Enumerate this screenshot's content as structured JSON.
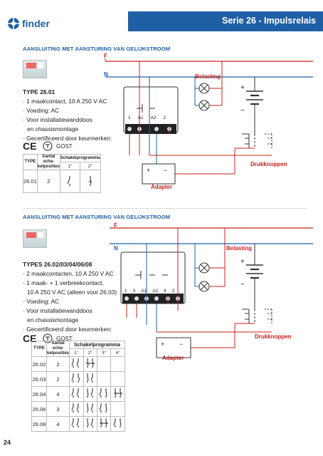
{
  "header": {
    "brand": "finder",
    "series": "Serie 26 - Impulsrelais"
  },
  "section1": {
    "title": "AANSLUITING MET AANSTURING VAN GELIJKSTROOM",
    "type": "TYPE 26.01",
    "specs": [
      "· 1 maakcontact, 10 A 250 V AC",
      "· Voeding: AC",
      "· Voor installatiewanddoos",
      "  en chassismontage",
      "· Gecertificeerd door keurmerken:"
    ],
    "gost": "GOST",
    "labels": {
      "F": "F",
      "N": "N",
      "load": "Belasting",
      "adapter": "Adapter",
      "buttons": "Drukknoppen"
    },
    "terminals": [
      "1",
      "A1",
      "A2",
      "2"
    ],
    "table": {
      "h1": "TYPE",
      "h2": "Aantal scha-kelposities",
      "h3": "Schakelprogramma",
      "sub": [
        "1°",
        "2°"
      ],
      "rows": [
        {
          "type": "26.01",
          "n": "2"
        }
      ]
    }
  },
  "section2": {
    "title": "AANSLUITING MET AANSTURING VAN GELIJKSTROOM",
    "type": "TYPES 26.02/03/04/06/08",
    "specs": [
      "· 2 maakcontacten, 10 A 250 V AC",
      "· 1 maak- + 1 verbreekcontact,",
      "  10 A 250 V AC (alleen voor 26.03)",
      "· Voeding: AC",
      "· Voor installatiewanddoos",
      "  en chassismontage",
      "· Gecertificeerd door keurmerken:"
    ],
    "gost": "GOST",
    "labels": {
      "F": "F",
      "N": "N",
      "load": "Belasting",
      "adapter": "Adapter",
      "buttons": "Drukknoppen"
    },
    "terminals": [
      "1",
      "3",
      "A1",
      "A2",
      "4",
      "2"
    ],
    "table": {
      "h1": "TYPE",
      "h2": "Aantal scha-kelposities",
      "h3": "Schakelprogramma",
      "sub": [
        "1°",
        "2°",
        "3°",
        "4°"
      ],
      "rows": [
        {
          "type": "26.02",
          "n": "2"
        },
        {
          "type": "26.03",
          "n": "2"
        },
        {
          "type": "26.04",
          "n": "4"
        },
        {
          "type": "26.06",
          "n": "3"
        },
        {
          "type": "26.08",
          "n": "4"
        }
      ]
    }
  },
  "page_number": "24",
  "colors": {
    "brand_blue": "#1f5fa6",
    "phase_red": "#c8211e"
  }
}
